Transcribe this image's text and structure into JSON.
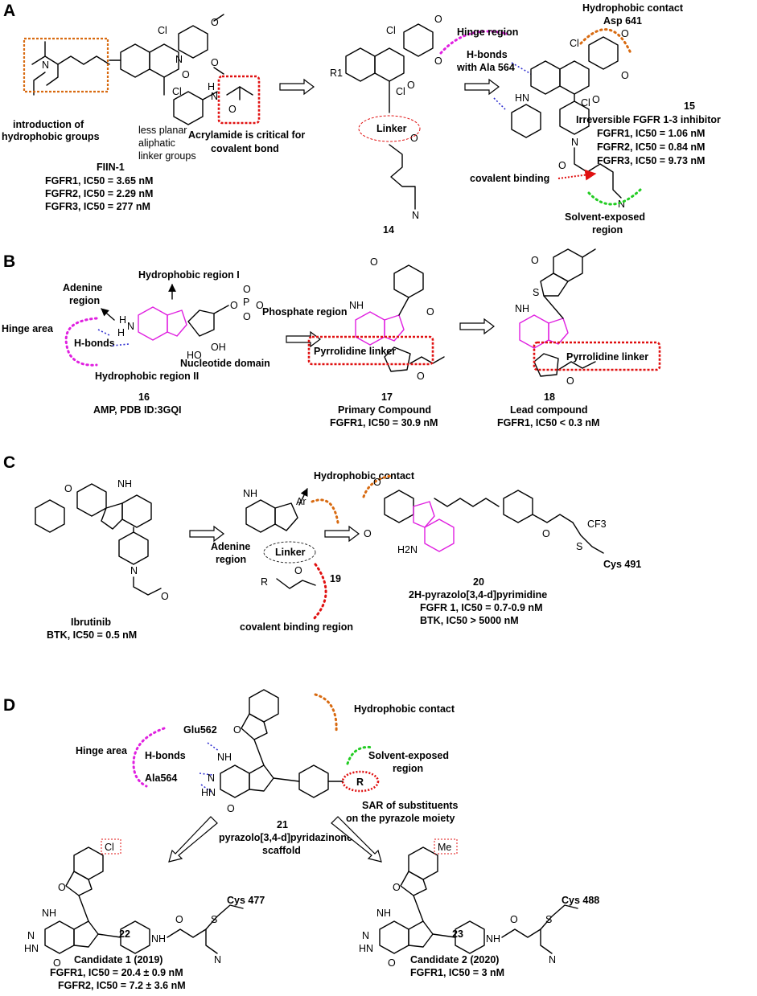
{
  "colors": {
    "orange": "#d86a10",
    "magenta": "#e020e0",
    "blue": "#2020cc",
    "red": "#e01010",
    "green": "#22cc22",
    "black": "#000000"
  },
  "panel_a": {
    "letter": "A",
    "fiin1_ann_hydrophobic_1": "introduction of",
    "fiin1_ann_hydrophobic_2": "hydrophobic groups",
    "fiin1_ann_linker_1": "less planar",
    "fiin1_ann_linker_2": "aliphatic",
    "fiin1_ann_linker_3": "linker groups",
    "fiin1_ann_acrylamide_1": "Acrylamide is critical for",
    "fiin1_ann_acrylamide_2": "covalent bond",
    "fiin1_name": "FIIN-1",
    "fiin1_ic1": "FGFR1, IC50 = 3.65 nM",
    "fiin1_ic2": "FGFR2, IC50 = 2.29 nM",
    "fiin1_ic3": "FGFR3, IC50 = 277 nM",
    "c14_linker": "Linker",
    "c14_r": "R1",
    "c14_num": "14",
    "c15_hinge": "Hinge region",
    "c15_hbonds_1": "H-bonds",
    "c15_hbonds_2": "with Ala 564",
    "c15_hydrophobic_1": "Hydrophobic contact",
    "c15_hydrophobic_2": "Asp 641",
    "c15_num": "15",
    "c15_desc": "Irreversible FGFR 1-3 inhibitor",
    "c15_ic1": "FGFR1, IC50 = 1.06 nM",
    "c15_ic2": "FGFR2,  IC50 = 0.84 nM",
    "c15_ic3": "FGFR3,  IC50 = 9.73 nM",
    "c15_covalent": "covalent binding",
    "c15_solvent_1": "Solvent-exposed",
    "c15_solvent_2": "region"
  },
  "panel_b": {
    "letter": "B",
    "hydrophobic_1": "Hydrophobic region I",
    "adenine_1": "Adenine",
    "adenine_2": "region",
    "hinge": "Hinge area",
    "hbonds": "H-bonds",
    "nucleotide": "Nucleotide domain",
    "hydrophobic_2": "Hydrophobic region II",
    "phosphate": "Phosphate region",
    "c16_num": "16",
    "c16_desc": "AMP, PDB ID:3GQI",
    "c17_linker": "Pyrrolidine linker",
    "c17_num": "17",
    "c17_desc": "Primary Compound",
    "c17_ic": "FGFR1, IC50 = 30.9 nM",
    "c18_linker": "Pyrrolidine linker",
    "c18_num": "18",
    "c18_desc": "Lead compound",
    "c18_ic": "FGFR1, IC50 < 0.3 nM"
  },
  "panel_c": {
    "letter": "C",
    "ibrutinib_name": "Ibrutinib",
    "ibrutinib_ic": "BTK, IC50 = 0.5 nM",
    "hydrophobic": "Hydrophobic contact",
    "adenine_1": "Adenine",
    "adenine_2": "region",
    "linker": "Linker",
    "c19_num": "19",
    "covalent": "covalent binding region",
    "c20_num": "20",
    "c20_desc": "2H-pyrazolo[3,4-d]pyrimidine",
    "c20_ic1": "FGFR 1, IC50 = 0.7-0.9 nM",
    "c20_ic2": "BTK,  IC50 > 5000 nM",
    "c20_cys": "Cys 491",
    "c20_cf3": "CF3"
  },
  "panel_d": {
    "letter": "D",
    "hydrophobic": "Hydrophobic contact",
    "hinge": "Hinge area",
    "glu": "Glu562",
    "hbonds": "H-bonds",
    "ala": "Ala564",
    "solvent_1": "Solvent-exposed",
    "solvent_2": "region",
    "sar_1": "SAR of substituents",
    "sar_2": "on the pyrazole moiety",
    "c21_num": "21",
    "c21_desc_1": "pyrazolo[3,4-d]pyridazinone",
    "c21_desc_2": "scaffold",
    "c21_r": "R",
    "c22_cys": "Cys 477",
    "c22_sub": "Cl",
    "c22_num": "22",
    "c22_desc": "Candidate 1 (2019)",
    "c22_ic1": "FGFR1, IC50 = 20.4  ± 0.9 nM",
    "c22_ic2": "FGFR2, IC50 = 7.2 ± 3.6 nM",
    "c23_cys": "Cys 488",
    "c23_sub": "Me",
    "c23_num": "23",
    "c23_desc": "Candidate 2 (2020)",
    "c23_ic": "FGFR1, IC50 = 3 nM"
  }
}
